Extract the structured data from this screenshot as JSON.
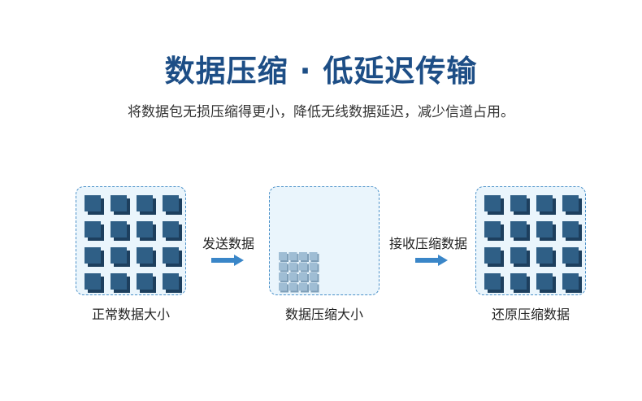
{
  "header": {
    "title": "数据压缩 · 低延迟传输",
    "subtitle": "将数据包无损压缩得更小，降低无线数据延迟，减少信道占用。"
  },
  "panels": [
    {
      "caption": "正常数据大小",
      "rows": 4,
      "cols": 4,
      "block_color": "#2f5f86",
      "block_side": "#1d3f5e"
    },
    {
      "caption": "数据压缩大小",
      "rows": 4,
      "cols": 4,
      "block_color": "#9fbdd4",
      "block_side": "#7f9fb8"
    },
    {
      "caption": "还原压缩数据",
      "rows": 4,
      "cols": 4,
      "block_color": "#2f5f86",
      "block_side": "#1d3f5e"
    }
  ],
  "arrows": [
    {
      "label": "发送数据"
    },
    {
      "label": "接收压缩数据"
    }
  ],
  "colors": {
    "title": "#1d4e86",
    "box_border": "#4a90c8",
    "box_fill": "#eaf5fc",
    "arrow": "#3a86c8"
  }
}
